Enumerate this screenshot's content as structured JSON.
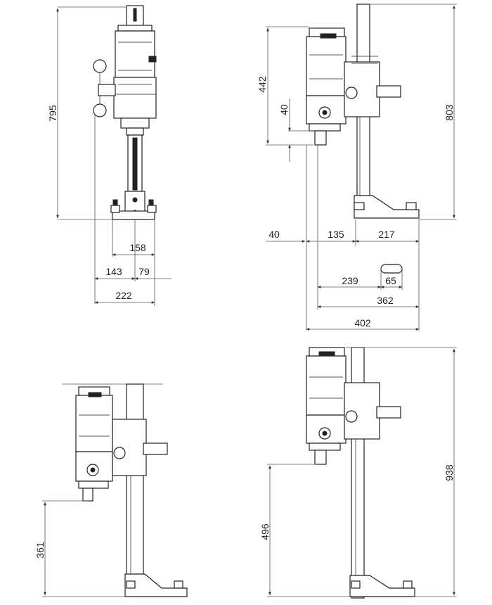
{
  "dimensions": {
    "front": {
      "height": "795",
      "base_width": "158",
      "left_offset": "143",
      "right_offset": "79",
      "total_width": "222"
    },
    "side": {
      "motor_height": "442",
      "spindle_length": "40",
      "column_height": "803",
      "left": "40",
      "mid": "135",
      "right": "217",
      "slot_to": "239",
      "slot_width": "65",
      "reach_362": "362",
      "reach_402": "402"
    },
    "bottom_left": {
      "spindle_height": "361"
    },
    "bottom_right": {
      "spindle_height": "496",
      "total_height": "938"
    }
  },
  "colors": {
    "line": "#222222",
    "dimension": "#555555",
    "background": "#ffffff"
  }
}
